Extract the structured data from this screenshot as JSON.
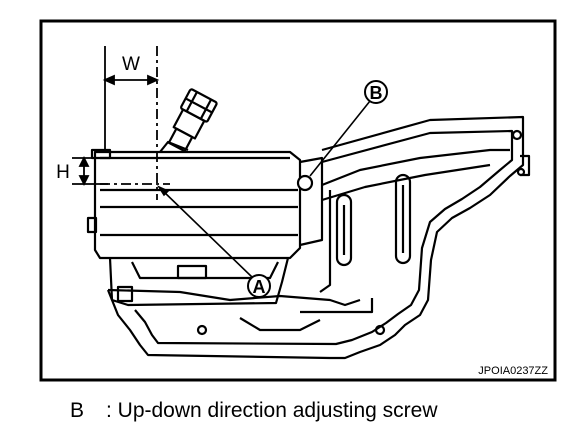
{
  "figure": {
    "labels": {
      "w": "W",
      "h": "H",
      "a": "A",
      "b": "B"
    },
    "code": "JPOIA0237ZZ"
  },
  "legend": [
    {
      "key": "B",
      "text": ": Up-down direction adjusting screw"
    }
  ]
}
